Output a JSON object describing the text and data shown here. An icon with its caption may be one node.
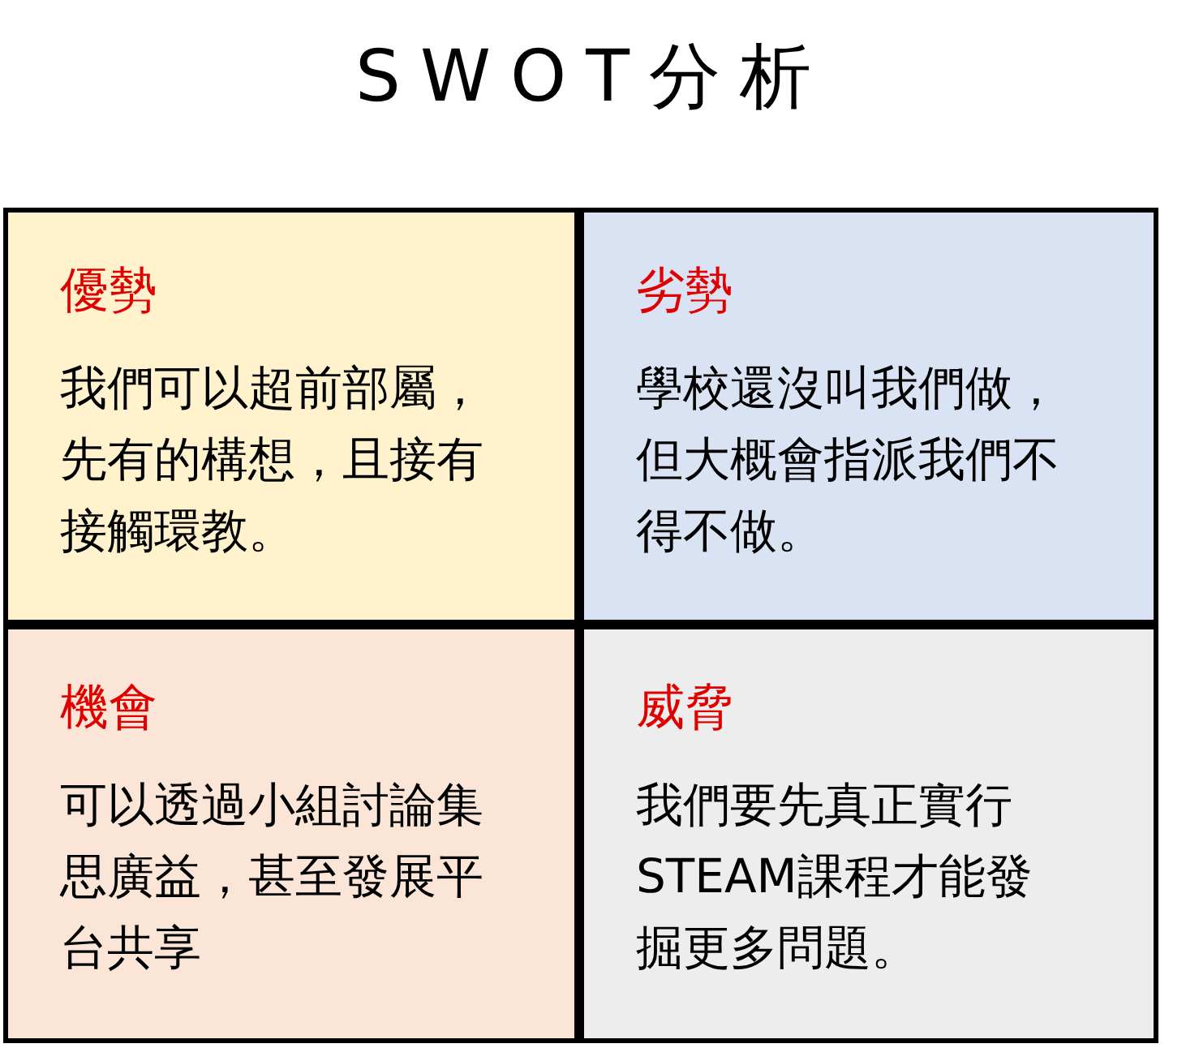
{
  "diagram": {
    "title": "SWOT分析",
    "nodes": [
      {
        "text": [
          "優勢",
          "我們可以超前部屬，先有的構想，且接有接觸環教。"
        ]
      },
      {
        "text": [
          "劣勢",
          "學校還沒叫我們做，但大概會指派我們不得不做。"
        ]
      },
      {
        "text": [
          "機會",
          "可以透過小組討論集思廣益，甚至發展平台共享"
        ]
      },
      {
        "text": [
          "威脅",
          "我們要先真正實行STEAM課程才能發掘更多問題。"
        ]
      }
    ]
  }
}
